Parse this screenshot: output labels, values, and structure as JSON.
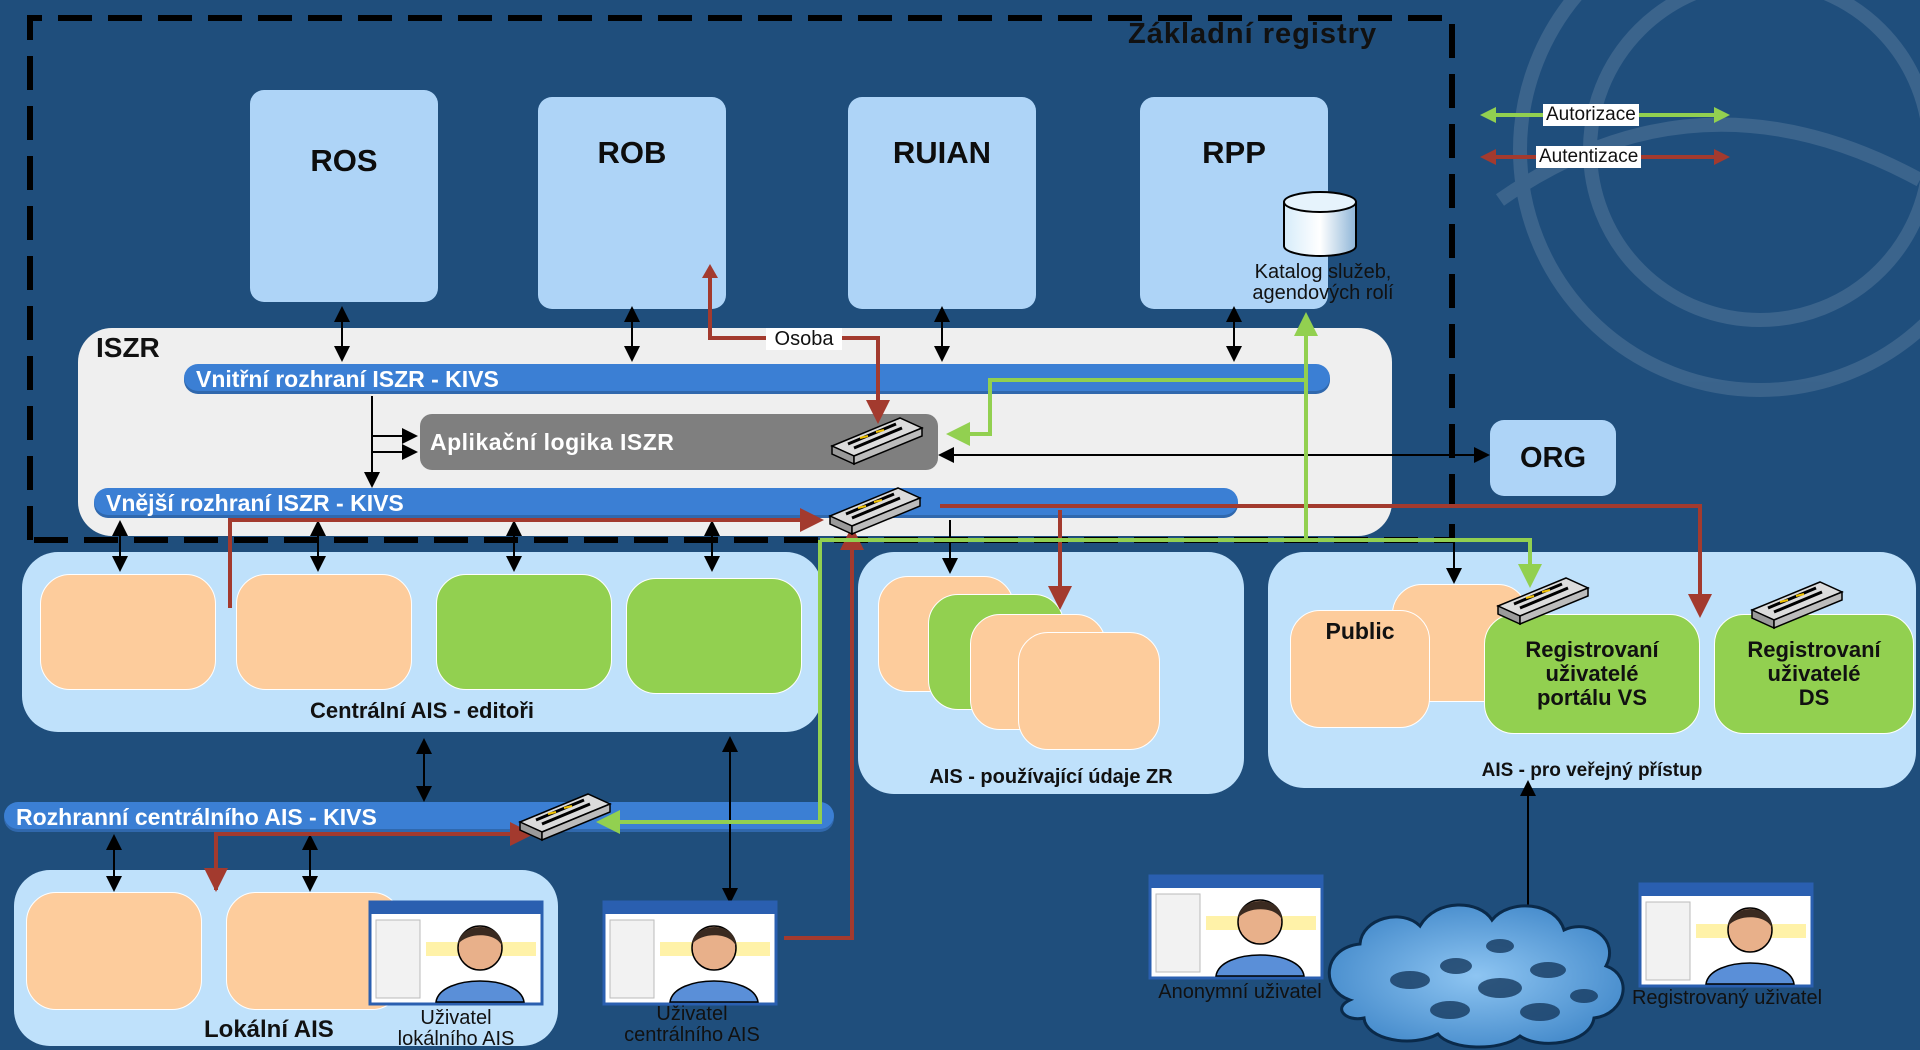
{
  "title": "Základní registry",
  "registries": {
    "ros": "ROS",
    "rob": "ROB",
    "ruian": "RUIAN",
    "rpp": "RPP"
  },
  "catalog_caption": [
    "Katalog služeb,",
    "agendových rolí"
  ],
  "legend": {
    "authorization": "Autorizace",
    "authentication": "Autentizace",
    "authorization_color": "#92d050",
    "authentication_color": "#a33a2e"
  },
  "iszr": {
    "title": "ISZR",
    "inner_interface": "Vnitřní rozhraní ISZR  - KIVS",
    "app_logic": "Aplikační logika  ISZR",
    "outer_interface": "Vnější rozhraní ISZR - KIVS",
    "person_label": "Osoba"
  },
  "org": "ORG",
  "central_ais": {
    "caption": "Centrální AIS - editoři",
    "interface": "Rozhranní centrálního AIS - KIVS"
  },
  "ais_using": {
    "caption": "AIS -  používající údaje ZR"
  },
  "ais_public": {
    "caption": "AIS -  pro veřejný přístup",
    "public_label": "Public",
    "portal_users": [
      "Registrovaní",
      "uživatelé",
      "portálu VS"
    ],
    "ds_users": [
      "Registrovaní",
      "uživatelé",
      "DS"
    ]
  },
  "local_ais": {
    "caption": "Lokální AIS",
    "user_caption": [
      "Uživatel",
      "lokálního AIS"
    ]
  },
  "central_user_caption": [
    "Uživatel",
    "centrálního AIS"
  ],
  "anonymous_user": "Anonymní uživatel",
  "registered_user": "Registrovaný uživatel",
  "colors": {
    "background": "#1f4e7c",
    "registry_box": "#aed4f7",
    "peach_system": "#fdcc9c",
    "green_system": "#92d050",
    "interface_bar": "#3b7fd4",
    "logic_bar": "#7f7f7f"
  }
}
